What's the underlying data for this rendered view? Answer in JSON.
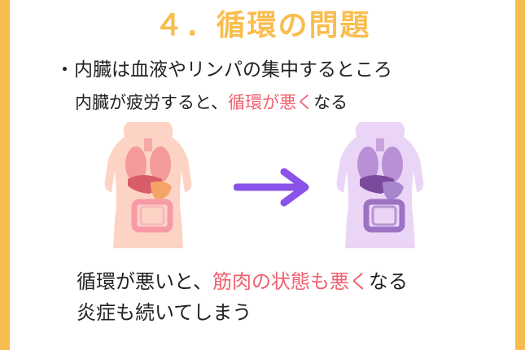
{
  "title": "４．循環の問題",
  "line1": {
    "bullet": "・",
    "text": "内臓は血液やリンパの集中するところ"
  },
  "line2": {
    "pre": "内臓が疲労すると、",
    "highlight": "循環が悪く",
    "post": "なる"
  },
  "line3": {
    "pre": "循環が悪いと、",
    "highlight": "筋肉の状態も悪く",
    "post": "なる"
  },
  "line4": {
    "text": "炎症も続いてしまう"
  },
  "icons": {
    "healthy": "human-torso-organs-icon",
    "arrow": "right-arrow-icon",
    "unhealthy": "human-torso-organs-purple-icon"
  },
  "colors": {
    "frame": "#F9BD4F",
    "title": "#F9BD4F",
    "highlight": "#F0606E",
    "arrow": "#8A52E8"
  }
}
